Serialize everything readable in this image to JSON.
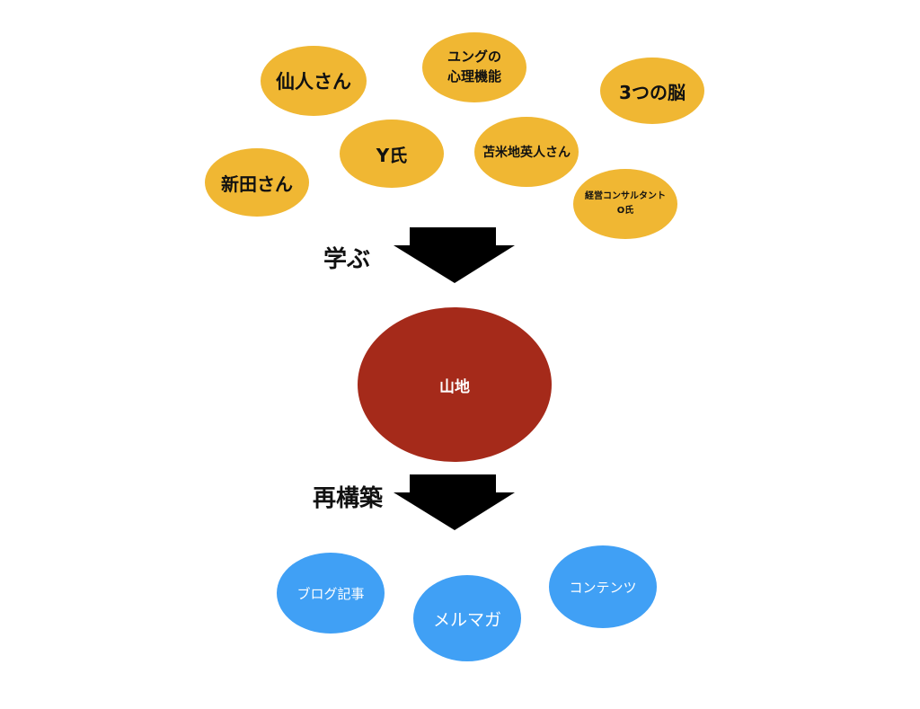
{
  "sources": [
    {
      "id": "sennin",
      "label": "仙人さん"
    },
    {
      "id": "jung",
      "label": "ユングの\n心理機能"
    },
    {
      "id": "three-brains",
      "label": "3つの脳"
    },
    {
      "id": "y",
      "label": "Y氏"
    },
    {
      "id": "tomabechi",
      "label": "苫米地英人さん"
    },
    {
      "id": "nitta",
      "label": "新田さん"
    },
    {
      "id": "consultant",
      "label": "経営コンサルタント\nO氏"
    }
  ],
  "arrows": {
    "learn": {
      "label": "学ぶ"
    },
    "rebuild": {
      "label": "再構築"
    }
  },
  "core": {
    "label": "山地"
  },
  "outputs": [
    {
      "id": "blog",
      "label": "ブログ記事"
    },
    {
      "id": "mailmag",
      "label": "メルマガ"
    },
    {
      "id": "contents",
      "label": "コンテンツ"
    }
  ],
  "colors": {
    "source": "#f0b733",
    "core": "#a52a1a",
    "output": "#40a0f5",
    "arrow": "#000000"
  }
}
